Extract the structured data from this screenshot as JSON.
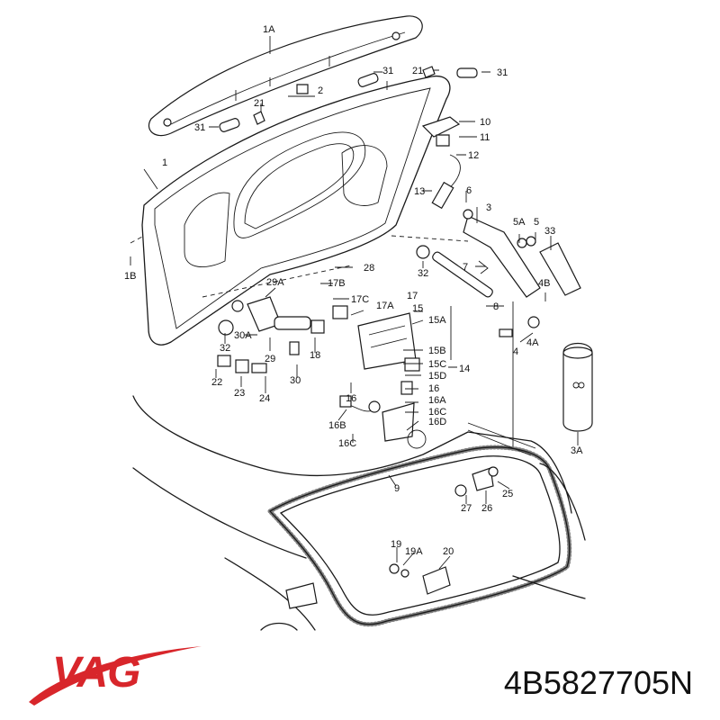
{
  "labels": {
    "l1A": "1A",
    "l31a": "31",
    "l21a": "21",
    "l2": "2",
    "l31b": "31",
    "l21b": "21",
    "l31c": "31",
    "l10": "10",
    "l11": "11",
    "l12": "12",
    "l1": "1",
    "l13": "13",
    "l6": "6",
    "l3": "3",
    "l5A": "5A",
    "l5": "5",
    "l33": "33",
    "l1B": "1B",
    "l28": "28",
    "l32a": "32",
    "l7": "7",
    "l4B": "4B",
    "l29A": "29A",
    "l17B": "17B",
    "l17C": "17C",
    "l17": "17",
    "l17A": "17A",
    "l8": "8",
    "l30A": "30A",
    "l29": "29",
    "l18": "18",
    "l15": "15",
    "l15A": "15A",
    "l4A": "4A",
    "l4": "4",
    "l32b": "32",
    "l15B": "15B",
    "l15C": "15C",
    "l14": "14",
    "l15D": "15D",
    "l16a": "16",
    "l16b": "16",
    "l16A": "16A",
    "l16C": "16C",
    "l16D": "16D",
    "l22": "22",
    "l23": "23",
    "l24": "24",
    "l30": "30",
    "l16B": "16B",
    "l16Cb": "16C",
    "l3A": "3A",
    "l9": "9",
    "l25": "25",
    "l27": "27",
    "l26": "26",
    "l19": "19",
    "l19A": "19A",
    "l20": "20"
  },
  "brand": {
    "name": "VAG",
    "color": "#d8262b"
  },
  "part_number": "4B5827705N"
}
